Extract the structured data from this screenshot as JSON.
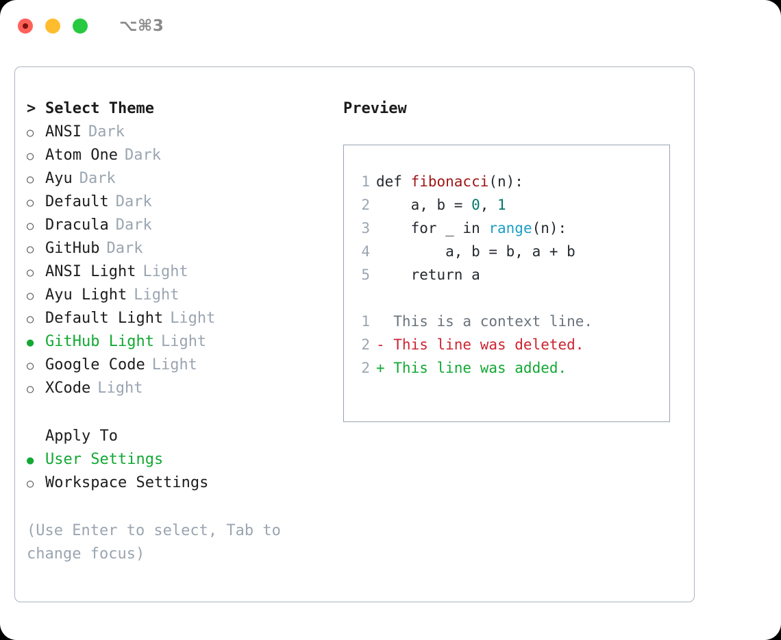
{
  "titlebar": {
    "shortcut": "⌥⌘3",
    "lights": [
      {
        "name": "close",
        "color": "#ff6159"
      },
      {
        "name": "minimize",
        "color": "#ffbd2e"
      },
      {
        "name": "maximize",
        "color": "#27c93f"
      }
    ]
  },
  "theme_picker": {
    "heading": {
      "marker": ">",
      "label": "Select Theme"
    },
    "items": [
      {
        "marker": "○",
        "label": "ANSI",
        "tag": "Dark",
        "selected": false
      },
      {
        "marker": "○",
        "label": "Atom One",
        "tag": "Dark",
        "selected": false
      },
      {
        "marker": "○",
        "label": "Ayu",
        "tag": "Dark",
        "selected": false
      },
      {
        "marker": "○",
        "label": "Default",
        "tag": "Dark",
        "selected": false
      },
      {
        "marker": "○",
        "label": "Dracula",
        "tag": "Dark",
        "selected": false
      },
      {
        "marker": "○",
        "label": "GitHub",
        "tag": "Dark",
        "selected": false
      },
      {
        "marker": "○",
        "label": "ANSI Light",
        "tag": "Light",
        "selected": false
      },
      {
        "marker": "○",
        "label": "Ayu Light",
        "tag": "Light",
        "selected": false
      },
      {
        "marker": "○",
        "label": "Default Light",
        "tag": "Light",
        "selected": false
      },
      {
        "marker": "●",
        "label": "GitHub Light",
        "tag": "Light",
        "selected": true
      },
      {
        "marker": "○",
        "label": "Google Code",
        "tag": "Light",
        "selected": false
      },
      {
        "marker": "○",
        "label": "XCode",
        "tag": "Light",
        "selected": false
      }
    ]
  },
  "apply_to": {
    "heading": "Apply To",
    "items": [
      {
        "marker": "●",
        "label": "User Settings",
        "selected": true
      },
      {
        "marker": "○",
        "label": "Workspace Settings",
        "selected": false
      }
    ]
  },
  "hint": "(Use Enter to select, Tab to change focus)",
  "preview": {
    "title": "Preview",
    "code_lines": [
      {
        "lineno": "1",
        "tokens": [
          {
            "text": "def ",
            "type": "plain"
          },
          {
            "text": "fibonacci",
            "type": "fn"
          },
          {
            "text": "(n):",
            "type": "plain"
          }
        ]
      },
      {
        "lineno": "2",
        "tokens": [
          {
            "text": "    a, b = ",
            "type": "plain"
          },
          {
            "text": "0",
            "type": "num"
          },
          {
            "text": ", ",
            "type": "plain"
          },
          {
            "text": "1",
            "type": "num"
          }
        ]
      },
      {
        "lineno": "3",
        "tokens": [
          {
            "text": "    for _ in ",
            "type": "plain"
          },
          {
            "text": "range",
            "type": "builtin"
          },
          {
            "text": "(n):",
            "type": "plain"
          }
        ]
      },
      {
        "lineno": "4",
        "tokens": [
          {
            "text": "        a, b = b, a + b",
            "type": "plain"
          }
        ]
      },
      {
        "lineno": "5",
        "tokens": [
          {
            "text": "    return a",
            "type": "plain"
          }
        ]
      }
    ],
    "diff_lines": [
      {
        "lineno": "1",
        "sign": " ",
        "text": "  This is a context line.",
        "kind": "ctx"
      },
      {
        "lineno": "2",
        "sign": " ",
        "text": "- This line was deleted.",
        "kind": "del"
      },
      {
        "lineno": "2",
        "sign": " ",
        "text": "+ This line was added.",
        "kind": "add"
      }
    ]
  },
  "colors": {
    "accent_green": "#12a833",
    "muted_gray": "#9aa5b1",
    "border": "#aab4c0",
    "preview_border": "#97a3b0",
    "text": "#1c1c1c",
    "fn_red": "#9f1515",
    "builtin_blue": "#1b9ec4",
    "num_teal": "#00796b",
    "diff_del": "#cb2431",
    "diff_add": "#12a833",
    "diff_ctx": "#6a737d"
  }
}
